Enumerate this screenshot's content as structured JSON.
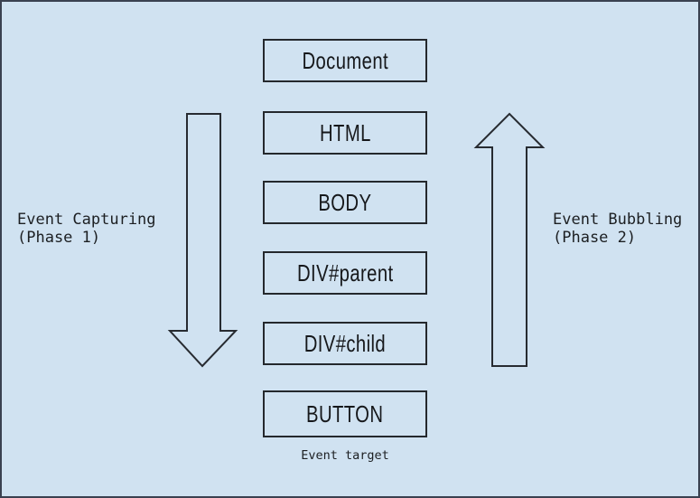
{
  "diagram": {
    "title_implicit": "DOM event flow",
    "boxes": [
      {
        "label": "Document"
      },
      {
        "label": "HTML"
      },
      {
        "label": "BODY"
      },
      {
        "label": "DIV#parent"
      },
      {
        "label": "DIV#child"
      },
      {
        "label": "BUTTON"
      }
    ],
    "left_label": {
      "line1": "Event Capturing",
      "line2": "(Phase 1)"
    },
    "right_label": {
      "line1": "Event Bubbling",
      "line2": "(Phase 2)"
    },
    "caption": "Event target",
    "colors": {
      "background": "#d0e2f1",
      "frame_border": "#3a4150",
      "box_border": "#24282d",
      "arrow_stroke": "#272b31",
      "text": "#1c1f22"
    }
  }
}
